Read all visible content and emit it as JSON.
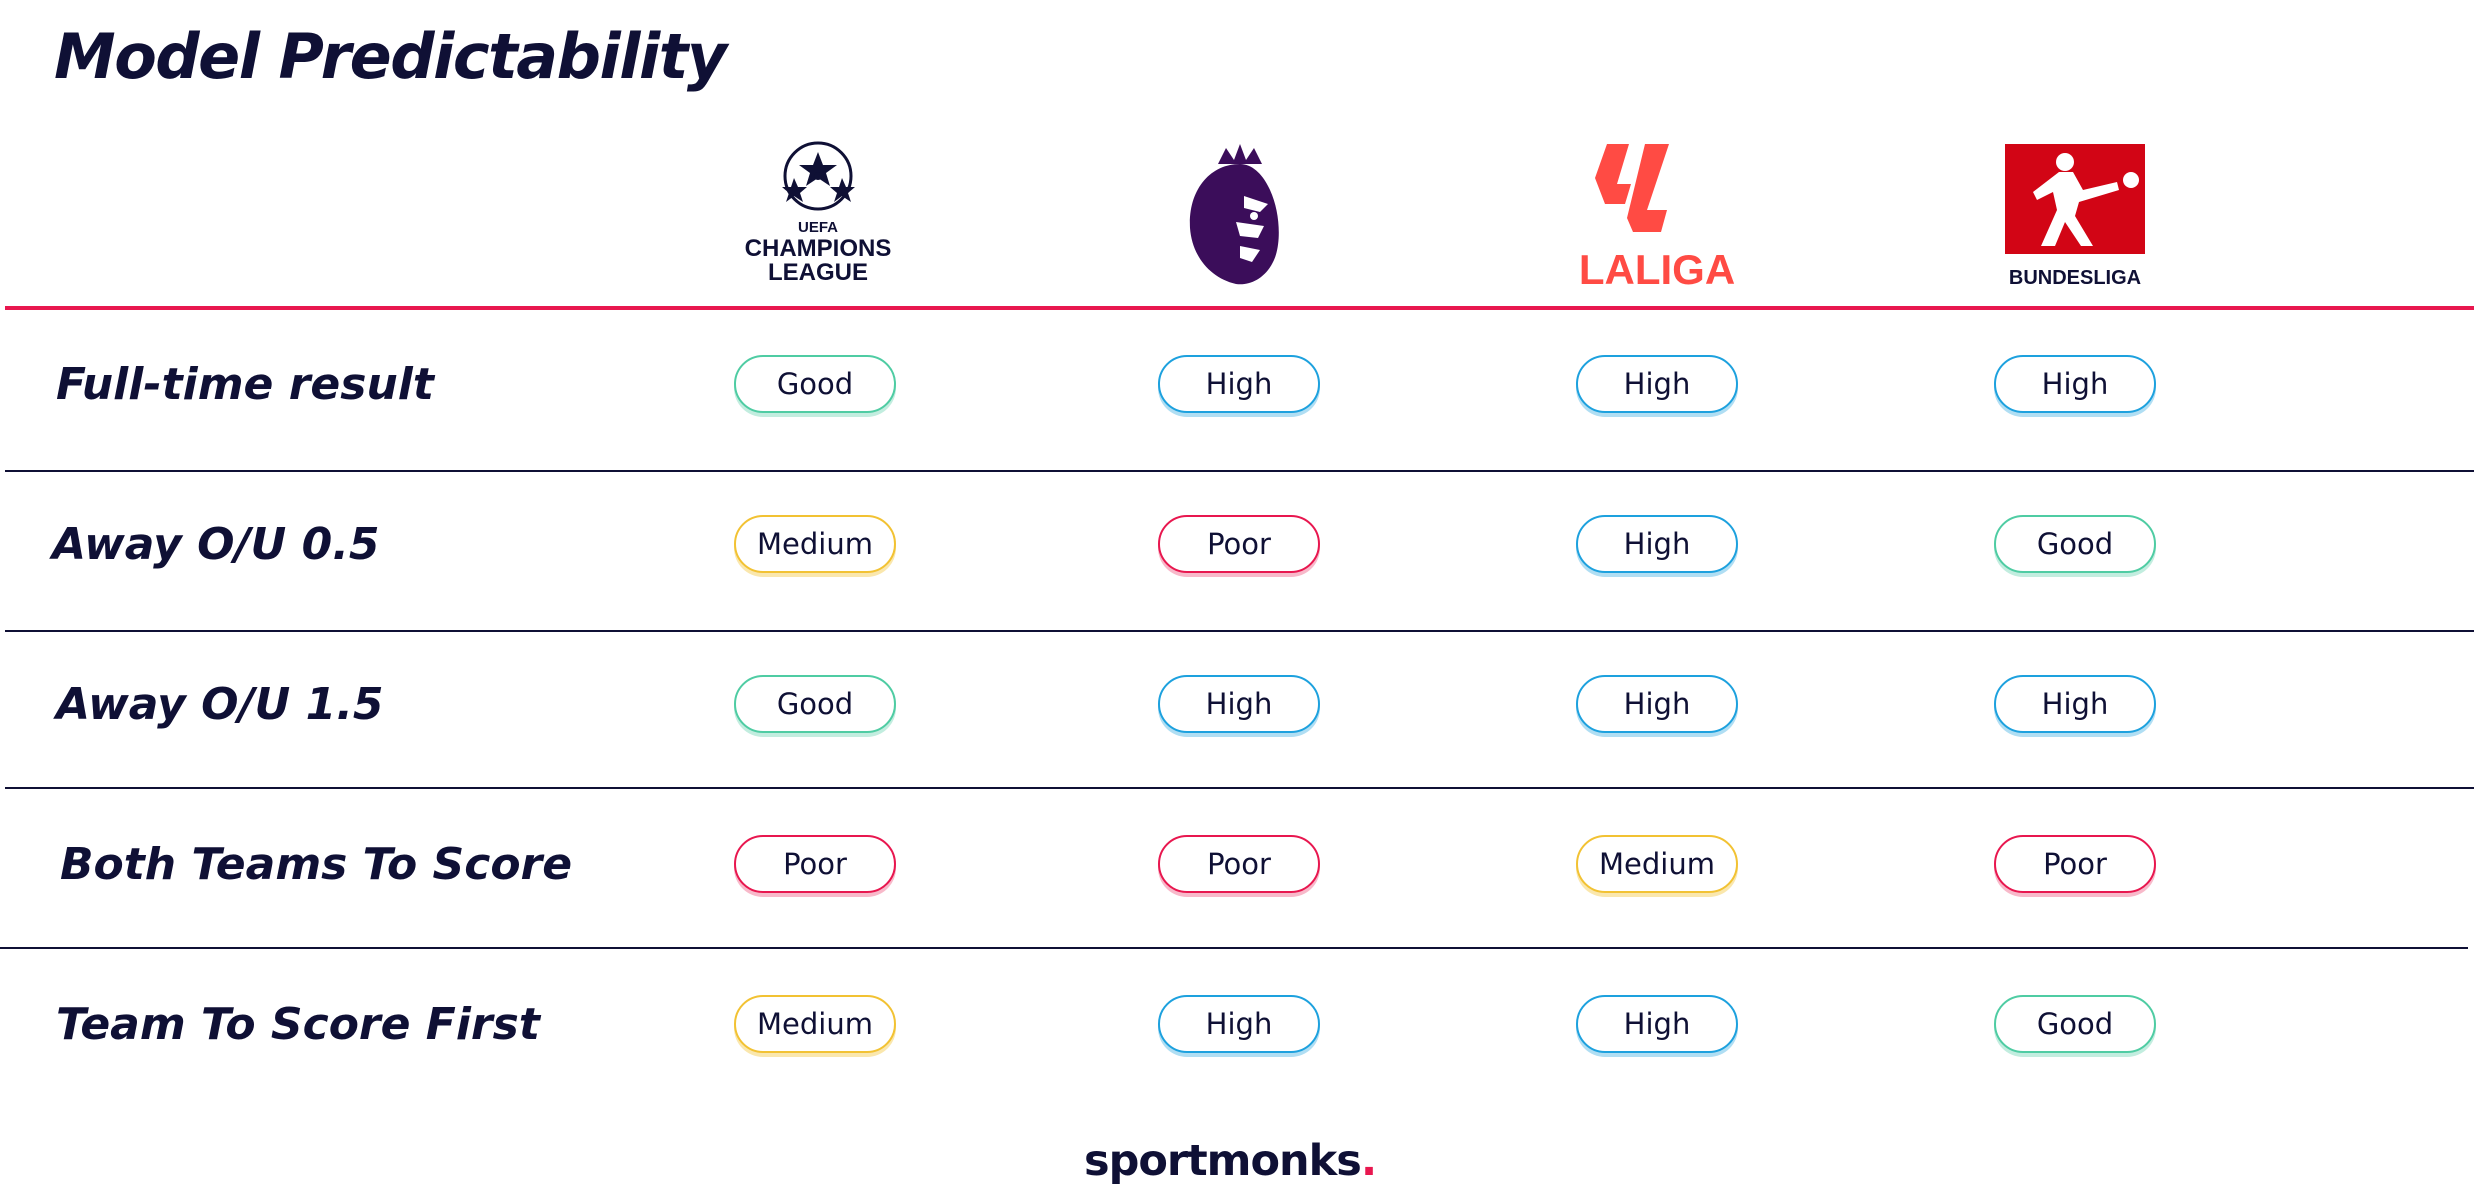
{
  "title": "Model Predictability",
  "leagues": [
    {
      "name": "UEFA Champions League",
      "logo_text_1": "UEFA",
      "logo_text_2": "CHAMPIONS",
      "logo_text_3": "LEAGUE"
    },
    {
      "name": "Premier League"
    },
    {
      "name": "LaLiga",
      "logo_text": "LALIGA"
    },
    {
      "name": "Bundesliga",
      "logo_text": "BUNDESLIGA"
    }
  ],
  "rows": [
    {
      "label": "Full-time result",
      "values": [
        "Good",
        "High",
        "High",
        "High"
      ]
    },
    {
      "label": "Away O/U 0.5",
      "values": [
        "Medium",
        "Poor",
        "High",
        "Good"
      ]
    },
    {
      "label": "Away O/U 1.5",
      "values": [
        "Good",
        "High",
        "High",
        "High"
      ]
    },
    {
      "label": "Both Teams To Score",
      "values": [
        "Poor",
        "Poor",
        "Medium",
        "Poor"
      ]
    },
    {
      "label": "Team To Score First",
      "values": [
        "Medium",
        "High",
        "High",
        "Good"
      ]
    }
  ],
  "colors": {
    "High": "#1da1de",
    "Good": "#4fcca3",
    "Medium": "#f2c233",
    "Poor": "#e8174f",
    "accent_line": "#e8174f",
    "text": "#0f1035"
  },
  "brand": {
    "name": "sportmonks",
    "dot": "."
  }
}
